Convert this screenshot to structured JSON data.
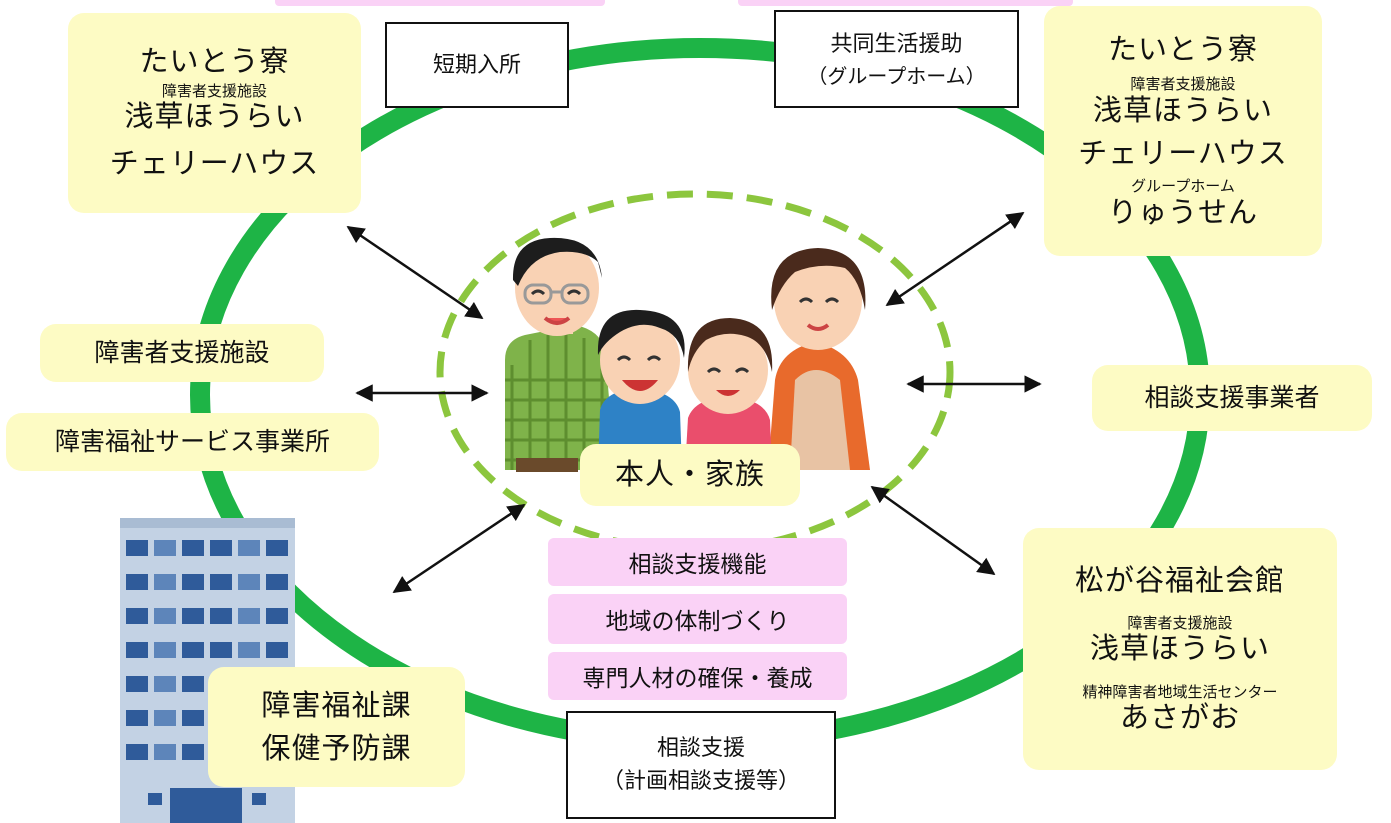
{
  "center": {
    "label": "本人・家族"
  },
  "top_left_facility": {
    "name": "たいとう寮",
    "sub1": "障害者支援施設",
    "line1": "浅草ほうらい",
    "line2": "チェリーハウス"
  },
  "top_right_facility": {
    "name": "たいとう寮",
    "sub1": "障害者支援施設",
    "line1": "浅草ほうらい",
    "line2": "チェリーハウス",
    "sub2": "グループホーム",
    "line3": "りゅうせん"
  },
  "short_stay": {
    "label": "短期入所"
  },
  "group_home": {
    "label": "共同生活援助",
    "sub": "（グループホーム）"
  },
  "left_services": {
    "line1": "障害者支援施設",
    "line2": "障害福祉サービス事業所"
  },
  "right_consult": {
    "label": "相談支援事業者"
  },
  "bottom_right_facility": {
    "name": "松が谷福祉会館",
    "sub1": "障害者支援施設",
    "line1": "浅草ほうらい",
    "sub2": "精神障害者地域生活センター",
    "line2": "あさがお"
  },
  "ward_office": {
    "line1": "障害福祉課",
    "line2": "保健予防課"
  },
  "consult_support": {
    "label": "相談支援",
    "sub": "（計画相談支援等）"
  },
  "functions": [
    {
      "label": "相談支援機能"
    },
    {
      "label": "地域の体制づくり"
    },
    {
      "label": "専門人材の確保・養成"
    }
  ],
  "colors": {
    "ring": "#1eb446",
    "inner_ring": "#8cc63e",
    "yellow_box": "#fdfbc4",
    "pink_box": "#fad2f6"
  }
}
